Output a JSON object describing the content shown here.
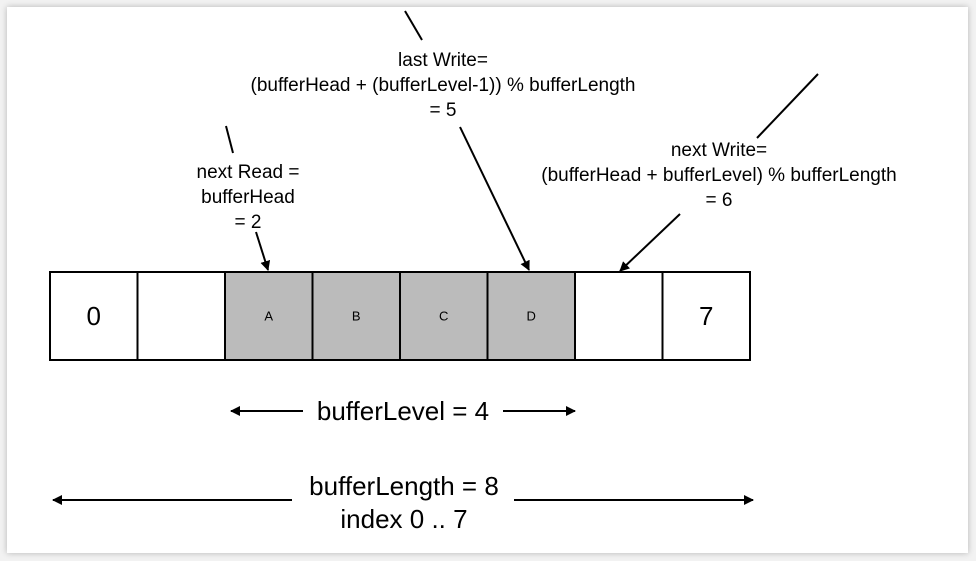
{
  "cells": [
    {
      "text": "0",
      "filled": false,
      "size": "large"
    },
    {
      "text": "",
      "filled": false,
      "size": "large"
    },
    {
      "text": "A",
      "filled": true,
      "size": "small"
    },
    {
      "text": "B",
      "filled": true,
      "size": "small"
    },
    {
      "text": "C",
      "filled": true,
      "size": "small"
    },
    {
      "text": "D",
      "filled": true,
      "size": "small"
    },
    {
      "text": "",
      "filled": false,
      "size": "large"
    },
    {
      "text": "7",
      "filled": false,
      "size": "large"
    }
  ],
  "colors": {
    "filled_cell": "#bbbbbb",
    "empty_cell": "#ffffff",
    "stroke": "#000000"
  },
  "annotations": {
    "next_read": {
      "line1": "next Read =",
      "line2": "bufferHead",
      "line3": "= 2"
    },
    "last_write": {
      "line1": "last Write=",
      "line2": "(bufferHead + (bufferLevel-1)) % bufferLength",
      "line3": "= 5"
    },
    "next_write": {
      "line1": "next Write=",
      "line2": "(bufferHead + bufferLevel) % bufferLength",
      "line3": "= 6"
    }
  },
  "buffer_level": {
    "label": "bufferLevel = 4"
  },
  "buffer_length": {
    "line1": "bufferLength = 8",
    "line2": "index 0 .. 7"
  }
}
